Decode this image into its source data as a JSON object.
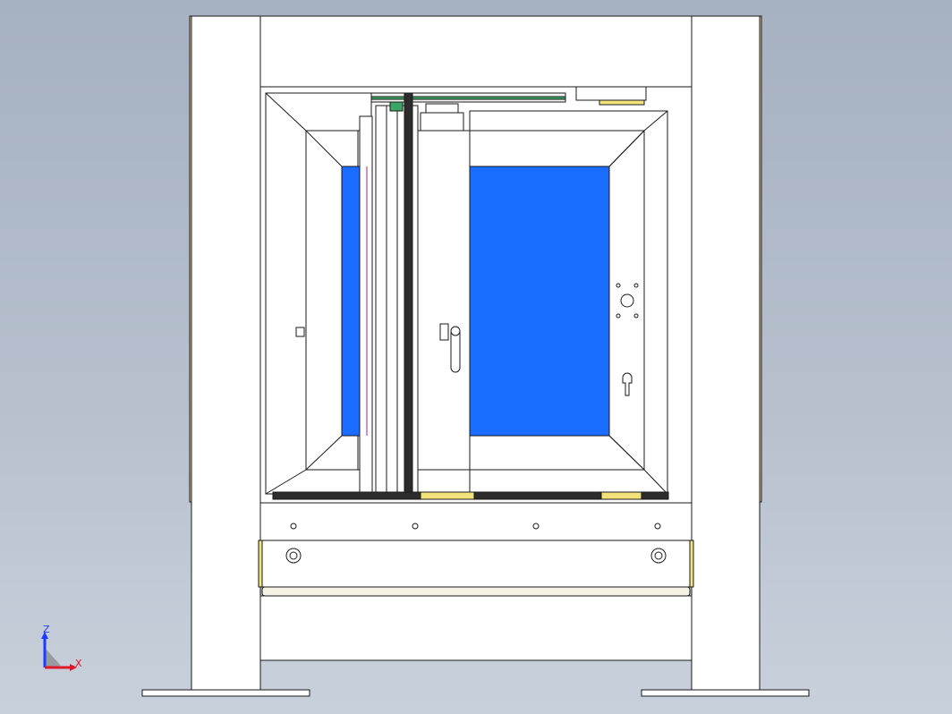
{
  "view": {
    "type": "cad-3d-viewport",
    "background_top": "#a6b1c1",
    "background_bottom": "#c8d0db"
  },
  "model": {
    "panel_color": "#1a6bff",
    "edge_color": "#1a1a1a",
    "accent_yellow": "#f3e27a",
    "accent_green": "#3aa564",
    "accent_magenta": "#c21a7a",
    "side_panel_tint": "#e6c99a"
  },
  "triad": {
    "z_label": "Z",
    "x_label": "X",
    "z_color": "#1d3cff",
    "x_color": "#e0162b",
    "y_color": "#7a7a7a"
  }
}
